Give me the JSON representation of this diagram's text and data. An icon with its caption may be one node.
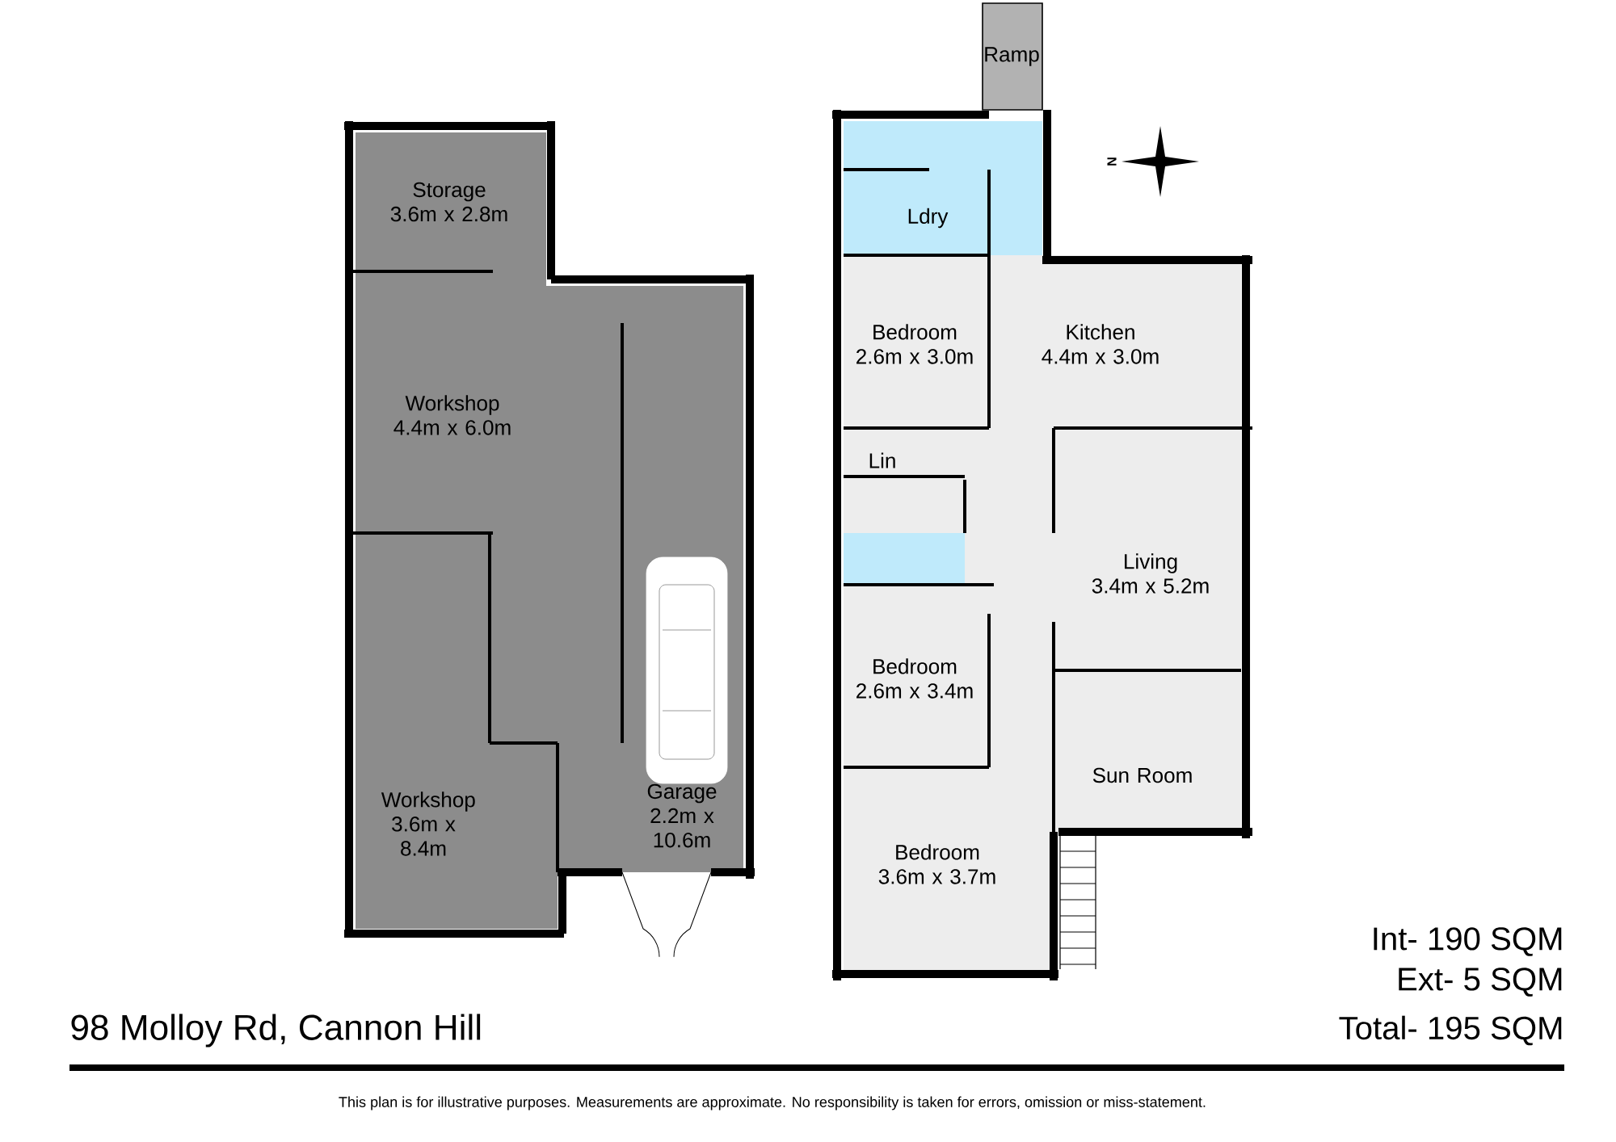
{
  "diagram": {
    "nodes": [
      {
        "text": [
          "Storage",
          "3.6m x 2.8m"
        ]
      },
      {
        "text": [
          "Workshop",
          "4.4m x 6.0m"
        ]
      },
      {
        "text": [
          "Workshop",
          "3.6m x 8.4m"
        ]
      },
      {
        "text": [
          "Garage",
          "2.2m x 10.6m"
        ]
      },
      {
        "text": [
          "Ramp"
        ]
      },
      {
        "text": [
          "Ldry"
        ]
      },
      {
        "text": [
          "Bedroom",
          "2.6m x 3.0m"
        ]
      },
      {
        "text": [
          "Kitchen",
          "4.4m x 3.0m"
        ]
      },
      {
        "text": [
          "Lin"
        ]
      },
      {
        "text": [
          "Living",
          "3.4m x 5.2m"
        ]
      },
      {
        "text": [
          "Bedroom",
          "2.6m x 3.4m"
        ]
      },
      {
        "text": [
          "Sun Room"
        ]
      },
      {
        "text": [
          "Bedroom",
          "3.6m x 3.7m"
        ]
      }
    ],
    "labels": [
      "N",
      "Int- 190 SQM",
      "Ext- 5 SQM",
      "98 Molloy Rd, Cannon Hill",
      "Total- 195 SQM",
      "This plan is for illustrative purposes. Measurements are approximate. No responsibility is taken for errors, omission or miss-statement."
    ]
  }
}
